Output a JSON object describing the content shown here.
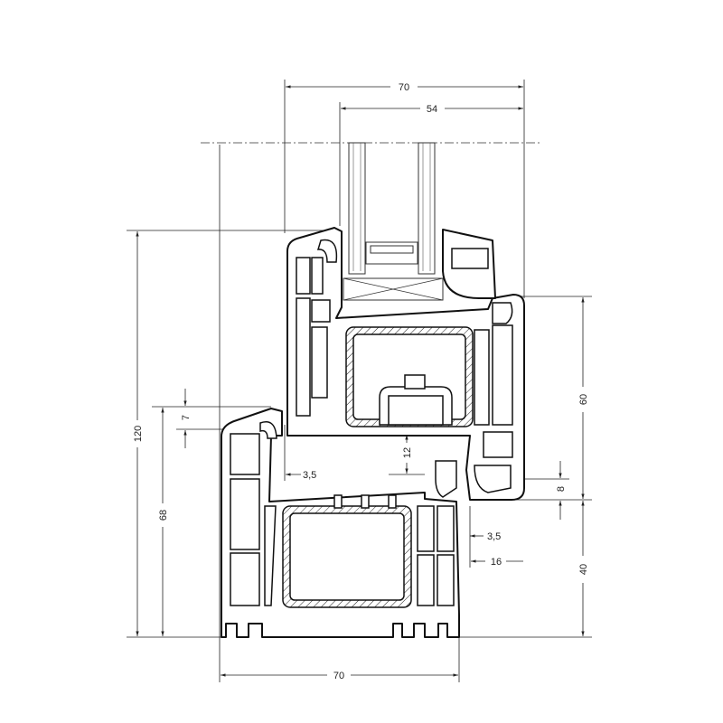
{
  "drawing": {
    "dimensions": {
      "top_overall_width": "70",
      "glazing_depth": "54",
      "total_height": "120",
      "frame_height": "68",
      "overlap": "7",
      "left_gap": "3,5",
      "rebate_height": "12",
      "sash_height": "60",
      "rebate_gap": "8",
      "right_gap": "3,5",
      "sash_overhang": "16",
      "frame_visible": "40",
      "frame_depth": "70"
    },
    "colors": {
      "line": "#111111",
      "background": "#ffffff"
    }
  }
}
